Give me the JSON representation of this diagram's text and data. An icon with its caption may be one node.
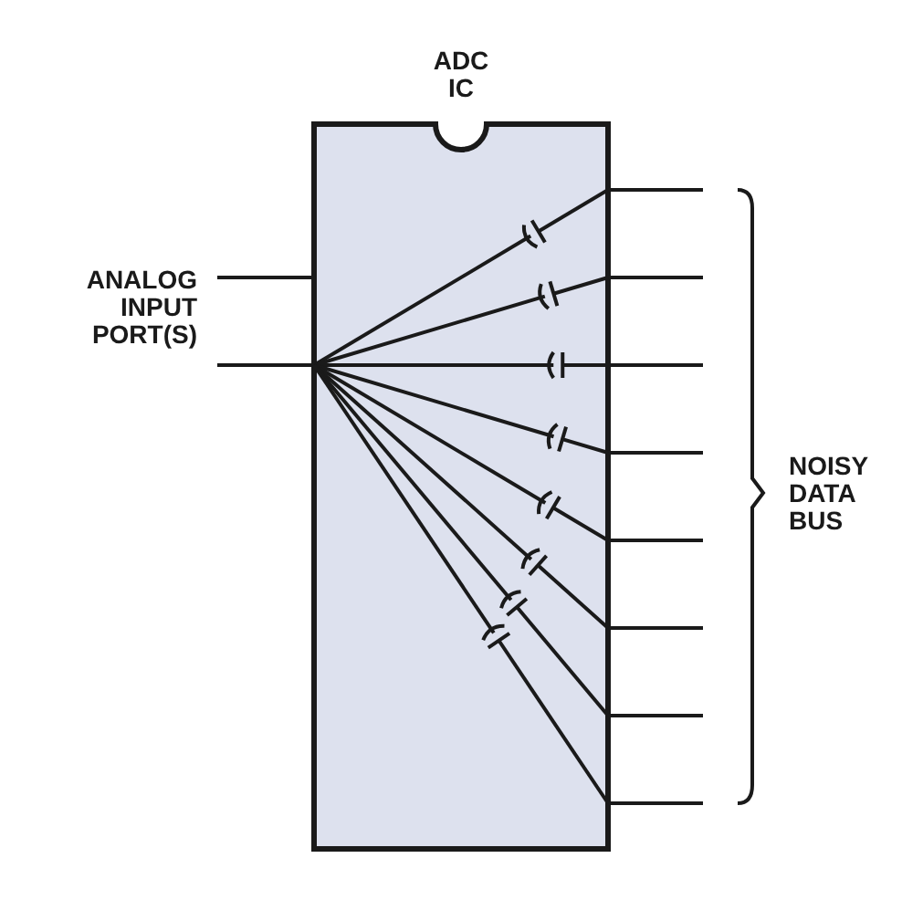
{
  "diagram": {
    "nodes": [
      {
        "text": [
          "ADC IC"
        ]
      }
    ],
    "labels": [
      "ANALOG INPUT PORT(S)",
      "NOISY DATA BUS"
    ]
  }
}
